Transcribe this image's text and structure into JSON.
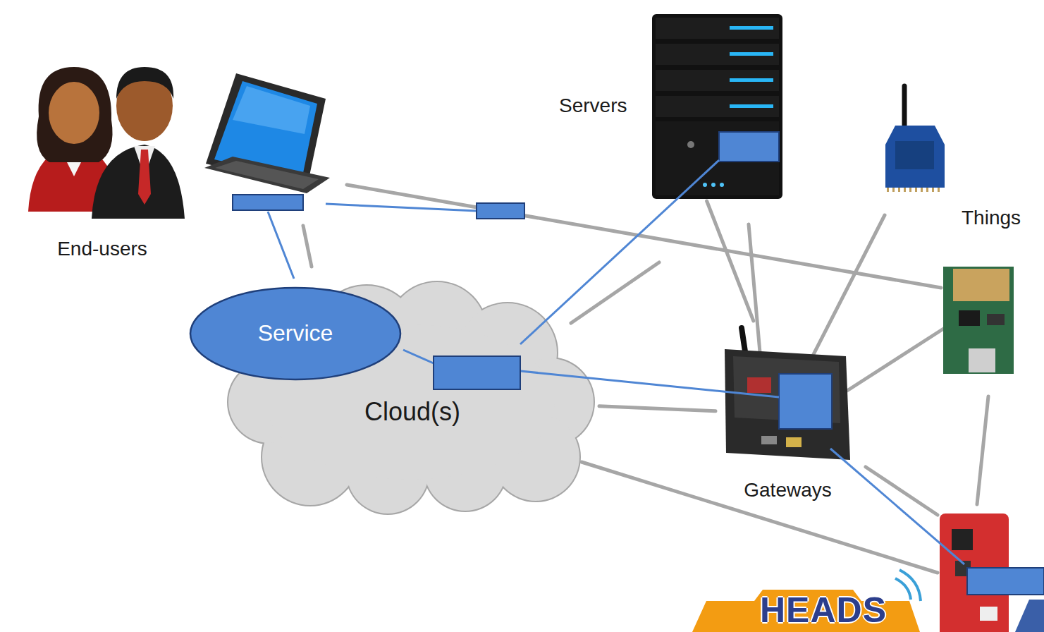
{
  "diagram": {
    "nodes": [
      {
        "text": [
          "End-users"
        ]
      },
      {
        "text": [
          "Servers"
        ]
      },
      {
        "text": [
          "Things"
        ]
      },
      {
        "text": [
          "Cloud(s)"
        ]
      },
      {
        "text": [
          "Service"
        ],
        "in": 3
      },
      {
        "text": [
          "Gateways"
        ]
      }
    ],
    "edges": [
      {
        "from": 1,
        "to": 5,
        "arrow": "none"
      },
      {
        "from": 3,
        "to": 5,
        "arrow": "none"
      }
    ],
    "labels": [
      "HEADS"
    ]
  }
}
